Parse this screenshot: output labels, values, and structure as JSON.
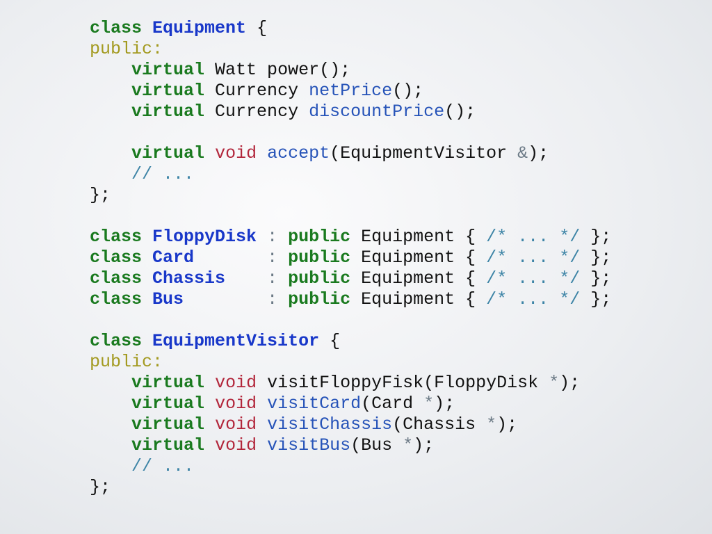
{
  "code_lines": [
    [
      [
        "kw",
        "class"
      ],
      [
        "tx",
        " "
      ],
      [
        "cls",
        "Equipment"
      ],
      [
        "tx",
        " {"
      ]
    ],
    [
      [
        "access",
        "public:"
      ]
    ],
    [
      [
        "tx",
        "    "
      ],
      [
        "kw",
        "virtual"
      ],
      [
        "tx",
        " Watt power();"
      ]
    ],
    [
      [
        "tx",
        "    "
      ],
      [
        "kw",
        "virtual"
      ],
      [
        "tx",
        " Currency "
      ],
      [
        "fn",
        "netPrice"
      ],
      [
        "tx",
        "();"
      ]
    ],
    [
      [
        "tx",
        "    "
      ],
      [
        "kw",
        "virtual"
      ],
      [
        "tx",
        " Currency "
      ],
      [
        "fn",
        "discountPrice"
      ],
      [
        "tx",
        "();"
      ]
    ],
    [],
    [
      [
        "tx",
        "    "
      ],
      [
        "kw",
        "virtual"
      ],
      [
        "tx",
        " "
      ],
      [
        "ty",
        "void"
      ],
      [
        "tx",
        " "
      ],
      [
        "fn",
        "accept"
      ],
      [
        "tx",
        "(EquipmentVisitor "
      ],
      [
        "op",
        "&"
      ],
      [
        "tx",
        ");"
      ]
    ],
    [
      [
        "tx",
        "    "
      ],
      [
        "cm",
        "// ..."
      ]
    ],
    [
      [
        "tx",
        "};"
      ]
    ],
    [],
    [
      [
        "kw",
        "class"
      ],
      [
        "tx",
        " "
      ],
      [
        "cls",
        "FloppyDisk"
      ],
      [
        "tx",
        " "
      ],
      [
        "op",
        ":"
      ],
      [
        "tx",
        " "
      ],
      [
        "kw",
        "public"
      ],
      [
        "tx",
        " Equipment { "
      ],
      [
        "cm",
        "/* ... */"
      ],
      [
        "tx",
        " };"
      ]
    ],
    [
      [
        "kw",
        "class"
      ],
      [
        "tx",
        " "
      ],
      [
        "cls",
        "Card"
      ],
      [
        "tx",
        "       "
      ],
      [
        "op",
        ":"
      ],
      [
        "tx",
        " "
      ],
      [
        "kw",
        "public"
      ],
      [
        "tx",
        " Equipment { "
      ],
      [
        "cm",
        "/* ... */"
      ],
      [
        "tx",
        " };"
      ]
    ],
    [
      [
        "kw",
        "class"
      ],
      [
        "tx",
        " "
      ],
      [
        "cls",
        "Chassis"
      ],
      [
        "tx",
        "    "
      ],
      [
        "op",
        ":"
      ],
      [
        "tx",
        " "
      ],
      [
        "kw",
        "public"
      ],
      [
        "tx",
        " Equipment { "
      ],
      [
        "cm",
        "/* ... */"
      ],
      [
        "tx",
        " };"
      ]
    ],
    [
      [
        "kw",
        "class"
      ],
      [
        "tx",
        " "
      ],
      [
        "cls",
        "Bus"
      ],
      [
        "tx",
        "        "
      ],
      [
        "op",
        ":"
      ],
      [
        "tx",
        " "
      ],
      [
        "kw",
        "public"
      ],
      [
        "tx",
        " Equipment { "
      ],
      [
        "cm",
        "/* ... */"
      ],
      [
        "tx",
        " };"
      ]
    ],
    [],
    [
      [
        "kw",
        "class"
      ],
      [
        "tx",
        " "
      ],
      [
        "cls",
        "EquipmentVisitor"
      ],
      [
        "tx",
        " {"
      ]
    ],
    [
      [
        "access",
        "public:"
      ]
    ],
    [
      [
        "tx",
        "    "
      ],
      [
        "kw",
        "virtual"
      ],
      [
        "tx",
        " "
      ],
      [
        "ty",
        "void"
      ],
      [
        "tx",
        " visitFloppyFisk(FloppyDisk "
      ],
      [
        "op",
        "*"
      ],
      [
        "tx",
        ");"
      ]
    ],
    [
      [
        "tx",
        "    "
      ],
      [
        "kw",
        "virtual"
      ],
      [
        "tx",
        " "
      ],
      [
        "ty",
        "void"
      ],
      [
        "tx",
        " "
      ],
      [
        "fn",
        "visitCard"
      ],
      [
        "tx",
        "(Card "
      ],
      [
        "op",
        "*"
      ],
      [
        "tx",
        ");"
      ]
    ],
    [
      [
        "tx",
        "    "
      ],
      [
        "kw",
        "virtual"
      ],
      [
        "tx",
        " "
      ],
      [
        "ty",
        "void"
      ],
      [
        "tx",
        " "
      ],
      [
        "fn",
        "visitChassis"
      ],
      [
        "tx",
        "(Chassis "
      ],
      [
        "op",
        "*"
      ],
      [
        "tx",
        ");"
      ]
    ],
    [
      [
        "tx",
        "    "
      ],
      [
        "kw",
        "virtual"
      ],
      [
        "tx",
        " "
      ],
      [
        "ty",
        "void"
      ],
      [
        "tx",
        " "
      ],
      [
        "fn",
        "visitBus"
      ],
      [
        "tx",
        "(Bus "
      ],
      [
        "op",
        "*"
      ],
      [
        "tx",
        ");"
      ]
    ],
    [
      [
        "tx",
        "    "
      ],
      [
        "cm",
        "// ..."
      ]
    ],
    [
      [
        "tx",
        "};"
      ]
    ]
  ],
  "colors": {
    "keyword": "#1a7a1f",
    "access_specifier": "#a39a20",
    "class_name": "#1837c9",
    "function_name": "#2653b8",
    "type_void": "#b2263b",
    "comment": "#3d84a6",
    "operator": "#6c7a86",
    "text": "#111111"
  }
}
